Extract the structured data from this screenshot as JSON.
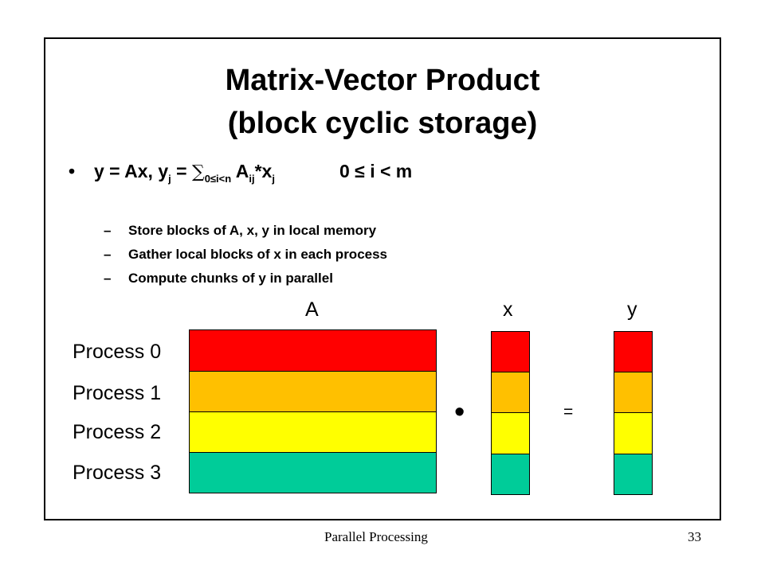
{
  "slide": {
    "title_line1": "Matrix-Vector Product",
    "title_line2": "(block cyclic storage)",
    "bullet": {
      "marker": "•",
      "eq_prefix": "y = Ax, y",
      "sub_j1": "j",
      "eq_mid": " = ",
      "sigma": "∑",
      "sum_sub": "0≤i<n",
      "a_part": " A",
      "sub_ij": "ij",
      "x_part": "*x",
      "sub_j2": "j",
      "range": "0 ≤ i < m"
    },
    "sub_items": [
      {
        "dash": "–",
        "text": "Store blocks of A, x, y in local memory"
      },
      {
        "dash": "–",
        "text": "Gather local blocks of x in each process"
      },
      {
        "dash": "–",
        "text": "Compute chunks of y in parallel"
      }
    ],
    "diagram": {
      "label_A": "A",
      "label_x": "x",
      "label_y": "y",
      "processes": [
        "Process 0",
        "Process 1",
        "Process 2",
        "Process 3"
      ],
      "colors": [
        "#ff0000",
        "#ffc000",
        "#ffff00",
        "#00cc99"
      ],
      "dot_op": "•",
      "equals_op": "="
    },
    "footer_left": "Parallel Processing",
    "footer_right": "33"
  }
}
